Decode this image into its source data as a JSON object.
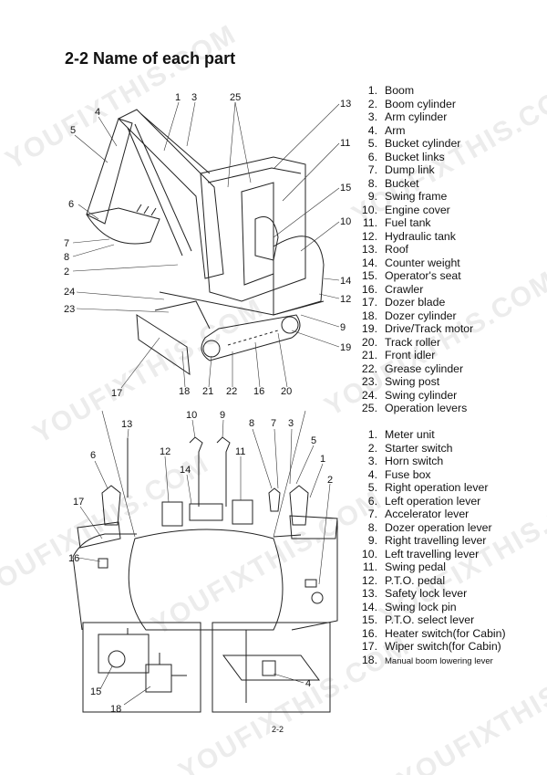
{
  "title": "2-2  Name of each part",
  "parts_list_1": [
    {
      "num": "1.",
      "name": "Boom"
    },
    {
      "num": "2.",
      "name": "Boom cylinder"
    },
    {
      "num": "3.",
      "name": "Arm cylinder"
    },
    {
      "num": "4.",
      "name": "Arm"
    },
    {
      "num": "5.",
      "name": "Bucket cylinder"
    },
    {
      "num": "6.",
      "name": "Bucket links"
    },
    {
      "num": "7.",
      "name": "Dump link"
    },
    {
      "num": "8.",
      "name": "Bucket"
    },
    {
      "num": "9.",
      "name": "Swing frame"
    },
    {
      "num": "10.",
      "name": "Engine cover"
    },
    {
      "num": "11.",
      "name": "Fuel tank"
    },
    {
      "num": "12.",
      "name": "Hydraulic tank"
    },
    {
      "num": "13.",
      "name": "Roof"
    },
    {
      "num": "14.",
      "name": "Counter weight"
    },
    {
      "num": "15.",
      "name": "Operator's seat"
    },
    {
      "num": "16.",
      "name": "Crawler"
    },
    {
      "num": "17.",
      "name": "Dozer blade"
    },
    {
      "num": "18.",
      "name": "Dozer cylinder"
    },
    {
      "num": "19.",
      "name": "Drive/Track motor"
    },
    {
      "num": "20.",
      "name": "Track roller"
    },
    {
      "num": "21.",
      "name": "Front idler"
    },
    {
      "num": "22.",
      "name": "Grease cylinder"
    },
    {
      "num": "23.",
      "name": "Swing post"
    },
    {
      "num": "24.",
      "name": "Swing cylinder"
    },
    {
      "num": "25.",
      "name": "Operation levers"
    }
  ],
  "parts_list_2": [
    {
      "num": "1.",
      "name": "Meter unit"
    },
    {
      "num": "2.",
      "name": "Starter switch"
    },
    {
      "num": "3.",
      "name": "Horn switch"
    },
    {
      "num": "4.",
      "name": "Fuse box"
    },
    {
      "num": "5.",
      "name": "Right operation lever"
    },
    {
      "num": "6.",
      "name": "Left operation lever"
    },
    {
      "num": "7.",
      "name": "Accelerator lever"
    },
    {
      "num": "8.",
      "name": "Dozer operation lever"
    },
    {
      "num": "9.",
      "name": "Right travelling lever"
    },
    {
      "num": "10.",
      "name": "Left travelling lever"
    },
    {
      "num": "11.",
      "name": "Swing pedal"
    },
    {
      "num": "12.",
      "name": "P.T.O. pedal"
    },
    {
      "num": "13.",
      "name": "Safety lock lever"
    },
    {
      "num": "14.",
      "name": "Swing lock pin"
    },
    {
      "num": "15.",
      "name": "P.T.O. select lever"
    },
    {
      "num": "16.",
      "name": "Heater switch(for Cabin)"
    },
    {
      "num": "17.",
      "name": "Wiper switch(for Cabin)"
    },
    {
      "num": "18.",
      "name": "Manual boom lowering lever"
    }
  ],
  "callouts_excavator": [
    "1",
    "3",
    "25",
    "4",
    "5",
    "13",
    "11",
    "15",
    "10",
    "6",
    "7",
    "8",
    "2",
    "24",
    "23",
    "14",
    "12",
    "9",
    "19",
    "17",
    "18",
    "21",
    "22",
    "16",
    "20"
  ],
  "callouts_cab": [
    "10",
    "9",
    "13",
    "8",
    "7",
    "3",
    "5",
    "1",
    "6",
    "12",
    "14",
    "11",
    "2",
    "17",
    "16"
  ],
  "callouts_inset_left": [
    "15",
    "18"
  ],
  "callouts_inset_right": [
    "4"
  ],
  "watermark": "YOUFIXTHIS.COM",
  "footer": "2-2"
}
